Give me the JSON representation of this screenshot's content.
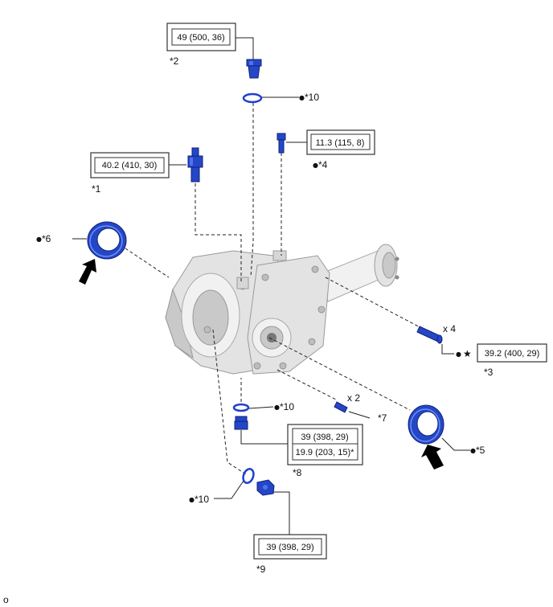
{
  "callouts": {
    "c1": "*1",
    "c2": "*2",
    "c3": "*3",
    "c4": "*4",
    "c5": "*5",
    "c6": "*6",
    "c7": "*7",
    "c8": "*8",
    "c9": "*9",
    "c10a": "*10",
    "c10b": "*10",
    "c10c": "*10"
  },
  "torque": {
    "t2": "49 (500, 36)",
    "t1": "40.2 (410, 30)",
    "t4": "11.3 (115, 8)",
    "t3": "39.2 (400, 29)",
    "t8a": "39 (398, 29)",
    "t8b": "19.9 (203, 15)*",
    "t9": "39 (398, 29)"
  },
  "quantities": {
    "q3": "x 4",
    "q7": "x 2"
  },
  "symbols": {
    "bullet": "●",
    "star": "★"
  },
  "footer": {
    "corner_mark": "o"
  },
  "colors": {
    "part_blue": "#2447c8",
    "housing_gray": "#e3e3e3",
    "arrow_black": "#000000"
  }
}
